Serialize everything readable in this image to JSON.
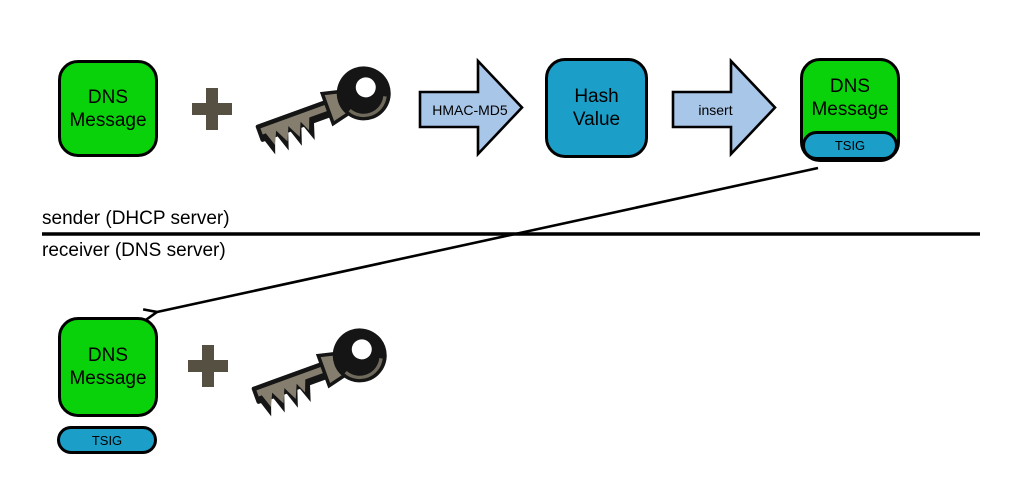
{
  "colors": {
    "box_green": "#0ad20a",
    "box_teal": "#1b9ec8",
    "block_arrow_blue": "#a8c6e8",
    "plus_gray": "#565043",
    "outline_black": "#000000"
  },
  "sections": {
    "sender_label": "sender (DHCP server)",
    "receiver_label": "receiver (DNS server)"
  },
  "boxes": {
    "dns_message_top": "DNS\nMessage",
    "hash_value": "Hash\nValue",
    "dns_message_signed": "DNS\nMessage",
    "tsig_top": "TSIG",
    "dns_message_received": "DNS\nMessage",
    "tsig_bottom": "TSIG"
  },
  "arrows": {
    "hmac_label": "HMAC-MD5",
    "insert_label": "insert"
  },
  "icons": {
    "plus": "plus-icon",
    "key": "key-icon"
  }
}
